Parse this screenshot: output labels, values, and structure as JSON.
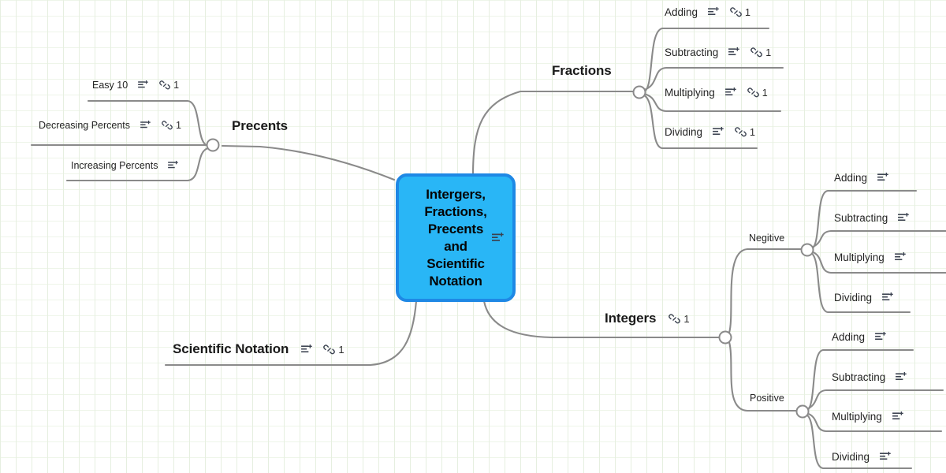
{
  "document": {
    "title": "Intergers, Fractions, Precents and Scientific Notation",
    "type": "mind-map"
  },
  "theme": {
    "root_fill": "#29b6f6",
    "root_border": "#1e88e5",
    "root_text": "#050505",
    "connector": "#8a8a8a",
    "grid_line": "#e6efe0",
    "canvas_background": "#ffffff",
    "label_text": "#242424"
  },
  "icons": {
    "note": "note-add-icon",
    "link": "link-icon"
  },
  "root": {
    "text": "Intergers,\nFractions,\nPrecents\nand\nScientific\nNotation",
    "note": true,
    "link_count": null
  },
  "branches": [
    {
      "id": "fractions",
      "label": "Fractions",
      "note": false,
      "link_count": null,
      "children": [
        {
          "label": "Adding",
          "note": true,
          "link_count": "1"
        },
        {
          "label": "Subtracting",
          "note": true,
          "link_count": "1"
        },
        {
          "label": "Multiplying",
          "note": true,
          "link_count": "1"
        },
        {
          "label": "Dividing",
          "note": true,
          "link_count": "1"
        }
      ]
    },
    {
      "id": "precents",
      "label": "Precents",
      "note": false,
      "link_count": null,
      "children": [
        {
          "label": "Easy 10",
          "note": true,
          "link_count": "1"
        },
        {
          "label": "Decreasing Percents",
          "note": true,
          "link_count": "1"
        },
        {
          "label": "Increasing Percents",
          "note": true,
          "link_count": null
        }
      ]
    },
    {
      "id": "scientific-notation",
      "label": "Scientific Notation",
      "note": true,
      "link_count": "1",
      "children": []
    },
    {
      "id": "integers",
      "label": "Integers",
      "note": false,
      "link_count": "1",
      "children": [
        {
          "label": "Negitive",
          "note": false,
          "link_count": null,
          "children": [
            {
              "label": "Adding",
              "note": true,
              "link_count": null
            },
            {
              "label": "Subtracting",
              "note": true,
              "link_count": null
            },
            {
              "label": "Multiplying",
              "note": true,
              "link_count": null
            },
            {
              "label": "Dividing",
              "note": true,
              "link_count": null
            }
          ]
        },
        {
          "label": "Positive",
          "note": false,
          "link_count": null,
          "children": [
            {
              "label": "Adding",
              "note": true,
              "link_count": null
            },
            {
              "label": "Subtracting",
              "note": true,
              "link_count": null
            },
            {
              "label": "Multiplying",
              "note": true,
              "link_count": null
            },
            {
              "label": "Dividing",
              "note": true,
              "link_count": null
            }
          ]
        }
      ]
    }
  ]
}
